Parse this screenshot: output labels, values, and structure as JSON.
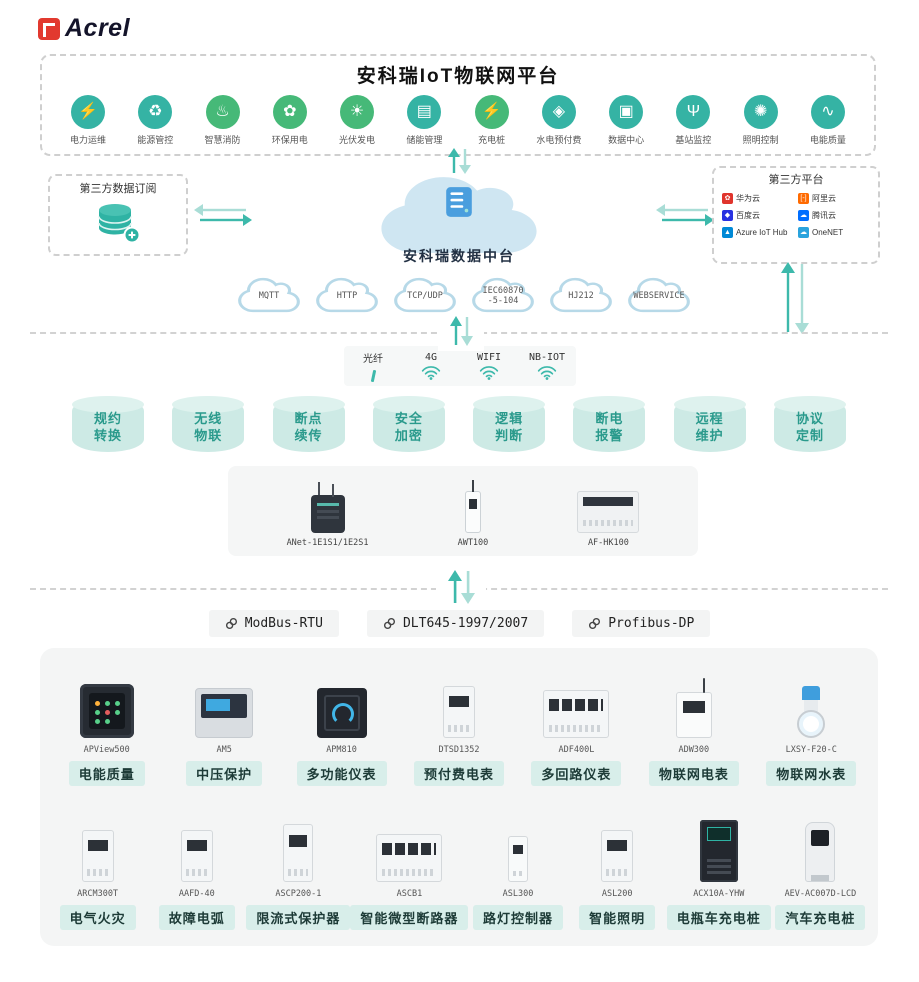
{
  "logo": {
    "text": "Acrel"
  },
  "accent_color": "#3db9ab",
  "platform": {
    "title": "安科瑞IoT物联网平台",
    "apps": [
      {
        "label": "电力运维",
        "glyph": "⚡",
        "color": "#35b3a4"
      },
      {
        "label": "能源管控",
        "glyph": "♻",
        "color": "#35b3a4"
      },
      {
        "label": "智慧消防",
        "glyph": "♨",
        "color": "#46b978"
      },
      {
        "label": "环保用电",
        "glyph": "✿",
        "color": "#46b978"
      },
      {
        "label": "光伏发电",
        "glyph": "☀",
        "color": "#46b978"
      },
      {
        "label": "储能管理",
        "glyph": "▤",
        "color": "#35b3a4"
      },
      {
        "label": "充电桩",
        "glyph": "⚡",
        "color": "#46b978"
      },
      {
        "label": "水电预付费",
        "glyph": "◈",
        "color": "#35b3a4"
      },
      {
        "label": "数据中心",
        "glyph": "▣",
        "color": "#35b3a4"
      },
      {
        "label": "基站监控",
        "glyph": "Ψ",
        "color": "#35b3a4"
      },
      {
        "label": "照明控制",
        "glyph": "✺",
        "color": "#35b3a4"
      },
      {
        "label": "电能质量",
        "glyph": "∿",
        "color": "#35b3a4"
      }
    ]
  },
  "middle": {
    "subscription": {
      "title": "第三方数据订阅"
    },
    "datacenter": {
      "label": "安科瑞数据中台"
    },
    "thirdparty": {
      "title": "第三方平台",
      "platforms": [
        {
          "name": "华为云",
          "glyph": "✿",
          "color": "#e0342c"
        },
        {
          "name": "阿里云",
          "glyph": "[-]",
          "color": "#ff6a00"
        },
        {
          "name": "百度云",
          "glyph": "◆",
          "color": "#2932e1"
        },
        {
          "name": "腾讯云",
          "glyph": "☁",
          "color": "#006eff"
        },
        {
          "name": "Azure IoT Hub",
          "glyph": "▲",
          "color": "#0089d6"
        },
        {
          "name": "OneNET",
          "glyph": "☁",
          "color": "#29a3dd"
        }
      ]
    }
  },
  "protocols": [
    {
      "label": "MQTT"
    },
    {
      "label": "HTTP"
    },
    {
      "label": "TCP/UDP"
    },
    {
      "label": "IEC60870\n-5-104"
    },
    {
      "label": "HJ212"
    },
    {
      "label": "WEBSERVICE"
    }
  ],
  "connectivity": [
    {
      "label": "光纤",
      "icon": "fiber"
    },
    {
      "label": "4G",
      "icon": "wifi"
    },
    {
      "label": "WIFI",
      "icon": "wifi"
    },
    {
      "label": "NB-IOT",
      "icon": "wifi"
    }
  ],
  "features": [
    "规约\n转换",
    "无线\n物联",
    "断点\n续传",
    "安全\n加密",
    "逻辑\n判断",
    "断电\n报警",
    "远程\n维护",
    "协议\n定制"
  ],
  "gateways": [
    {
      "model": "ANet-1E1S1/1E2S1",
      "variant": "anet"
    },
    {
      "model": "AWT100",
      "variant": "awt"
    },
    {
      "model": "AF-HK100",
      "variant": "hk"
    }
  ],
  "bus_protocols": [
    {
      "label": "ModBus-RTU"
    },
    {
      "label": "DLT645-1997/2007"
    },
    {
      "label": "Profibus-DP"
    }
  ],
  "devices": {
    "row1": [
      {
        "model": "APView500",
        "label": "电能质量",
        "variant": "panel-dark"
      },
      {
        "model": "AM5",
        "label": "中压保护",
        "variant": "relay"
      },
      {
        "model": "APM810",
        "label": "多功能仪表",
        "variant": "meter-dark"
      },
      {
        "model": "DTSD1352",
        "label": "预付费电表",
        "variant": "din"
      },
      {
        "model": "ADF400L",
        "label": "多回路仪表",
        "variant": "din-wide"
      },
      {
        "model": "ADW300",
        "label": "物联网电表",
        "variant": "iot"
      },
      {
        "model": "LXSY-F20-C",
        "label": "物联网水表",
        "variant": "water"
      }
    ],
    "row2": [
      {
        "model": "ARCM300T",
        "label": "电气火灾",
        "variant": "din"
      },
      {
        "model": "AAFD-40",
        "label": "故障电弧",
        "variant": "din"
      },
      {
        "model": "ASCP200-1",
        "label": "限流式保护器",
        "variant": "din-tall"
      },
      {
        "model": "ASCB1",
        "label": "智能微型断路器",
        "variant": "din-wide"
      },
      {
        "model": "ASL300",
        "label": "路灯控制器",
        "variant": "din-slim"
      },
      {
        "model": "ASL200",
        "label": "智能照明",
        "variant": "din"
      },
      {
        "model": "ACX10A-YHW",
        "label": "电瓶车充电桩",
        "variant": "cabinet"
      },
      {
        "model": "AEV-AC007D-LCD",
        "label": "汽车充电桩",
        "variant": "pile"
      }
    ]
  }
}
